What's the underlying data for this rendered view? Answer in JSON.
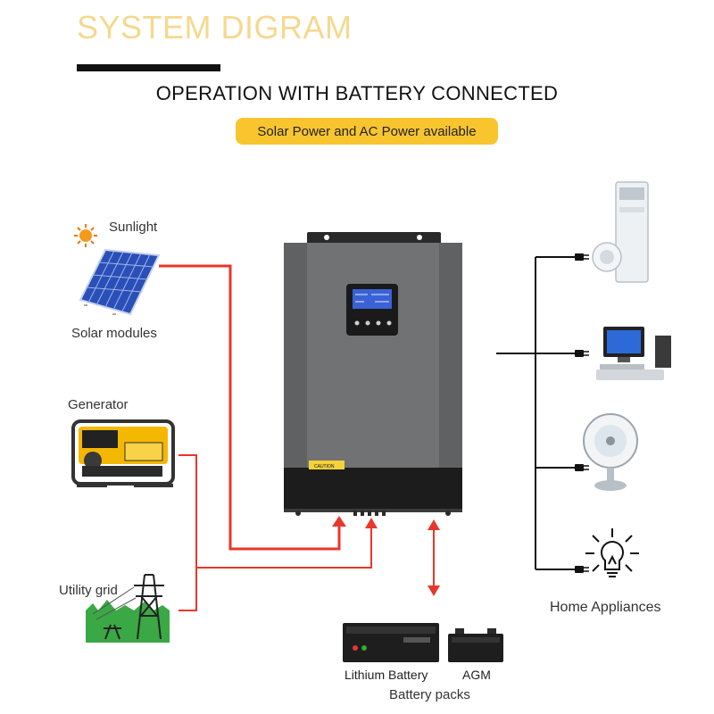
{
  "header": {
    "title": "SYSTEM DIGRAM",
    "subtitle": "OPERATION WITH BATTERY CONNECTED",
    "badge": "Solar Power and AC Power available"
  },
  "inputs": {
    "sunlight": "Sunlight",
    "solar_modules": "Solar modules",
    "generator": "Generator",
    "utility_grid": "Utility grid"
  },
  "outputs": {
    "home_appliances": "Home Appliances"
  },
  "battery": {
    "lithium": "Lithium Battery",
    "agm": "AGM",
    "packs": "Battery packs"
  },
  "device": {
    "caution": "CAUTION"
  },
  "colors": {
    "title": "#f4d98f",
    "badge": "#f8c52f",
    "wire_red": "#e8372a",
    "wire_black": "#111111",
    "inverter_body": "#6f7072"
  }
}
